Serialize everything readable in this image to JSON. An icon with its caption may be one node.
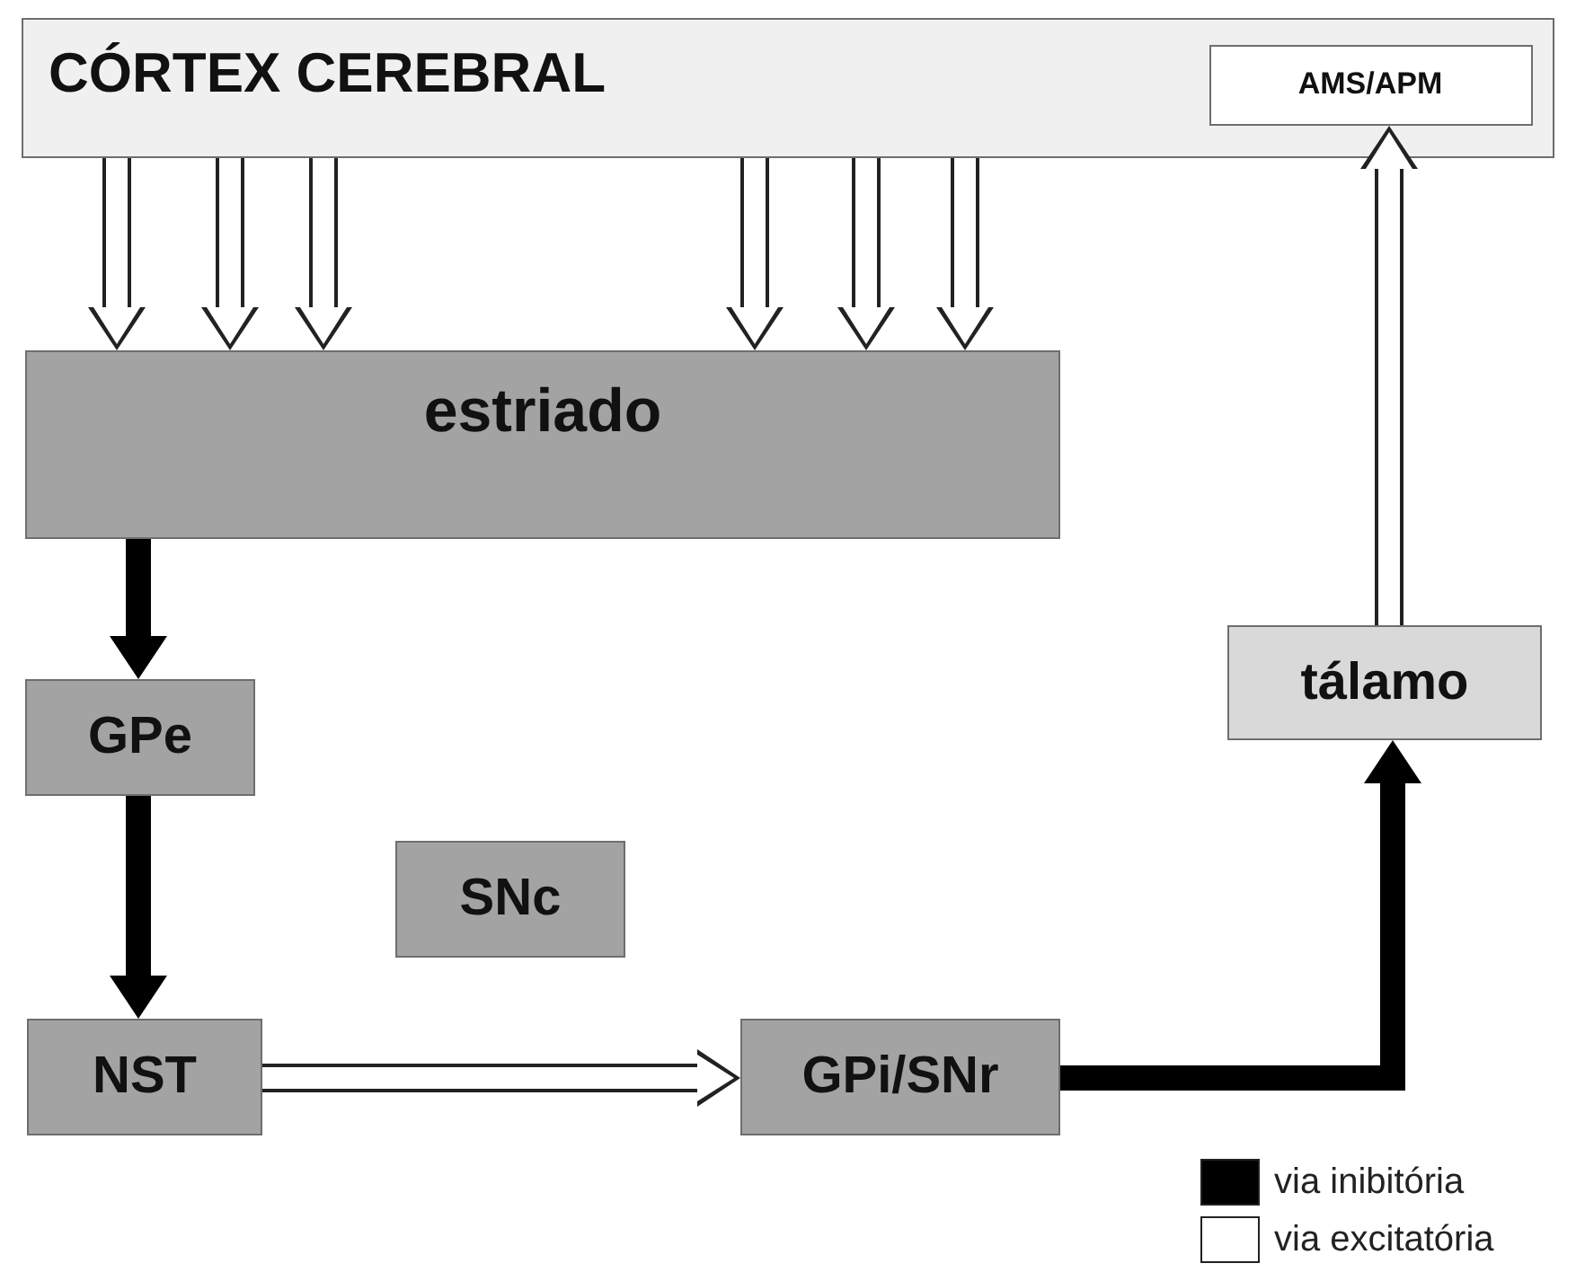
{
  "diagram": {
    "nodes": [
      {
        "text": [
          "CÓRTEX CEREBRAL"
        ]
      },
      {
        "text": [
          "AMS/APM"
        ],
        "in": 0
      },
      {
        "text": [
          "estriado"
        ]
      },
      {
        "text": [
          "GPe"
        ]
      },
      {
        "text": [
          "SNc"
        ]
      },
      {
        "text": [
          "NST"
        ]
      },
      {
        "text": [
          "GPi/SNr"
        ]
      },
      {
        "text": [
          "tálamo"
        ]
      }
    ],
    "edges": [
      {
        "from": 0,
        "to": 2,
        "arrow": "to"
      },
      {
        "from": 0,
        "to": 2,
        "arrow": "to"
      },
      {
        "from": 0,
        "to": 2,
        "arrow": "to"
      },
      {
        "from": 0,
        "to": 2,
        "arrow": "to"
      },
      {
        "from": 0,
        "to": 2,
        "arrow": "to"
      },
      {
        "from": 0,
        "to": 2,
        "arrow": "to"
      },
      {
        "from": 2,
        "to": 3,
        "arrow": "to",
        "color": "#000000"
      },
      {
        "from": 3,
        "to": 5,
        "arrow": "to",
        "color": "#000000"
      },
      {
        "from": 5,
        "to": 6,
        "arrow": "to"
      },
      {
        "from": 6,
        "to": 7,
        "arrow": "to",
        "color": "#000000"
      },
      {
        "from": 7,
        "to": 1,
        "arrow": "to"
      }
    ],
    "legend": [
      {
        "text": "via inibitória",
        "color": "#000000"
      },
      {
        "text": "via excitatória",
        "color": "#ffffff"
      }
    ]
  }
}
